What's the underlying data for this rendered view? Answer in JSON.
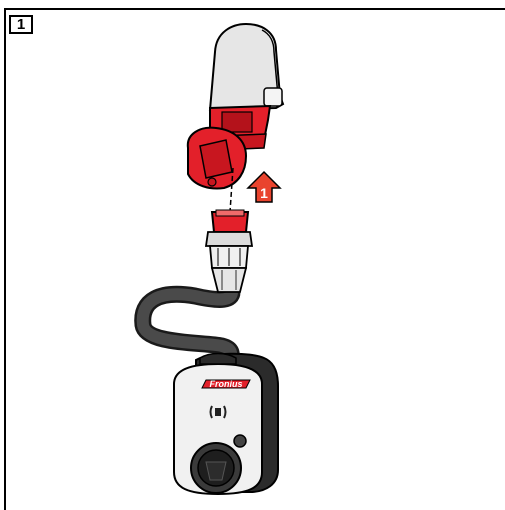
{
  "step": {
    "number": "1"
  },
  "arrow": {
    "label": "1"
  },
  "wallbox": {
    "brand": "Fronius"
  },
  "colors": {
    "plug_red": "#e3202a",
    "socket_body": "#e8e8e8",
    "cable": "#3d3d3d",
    "arrow_fill": "#e9442e",
    "wallbox_body": "#f1f1f1",
    "wallbox_back": "#2b2b2b"
  }
}
